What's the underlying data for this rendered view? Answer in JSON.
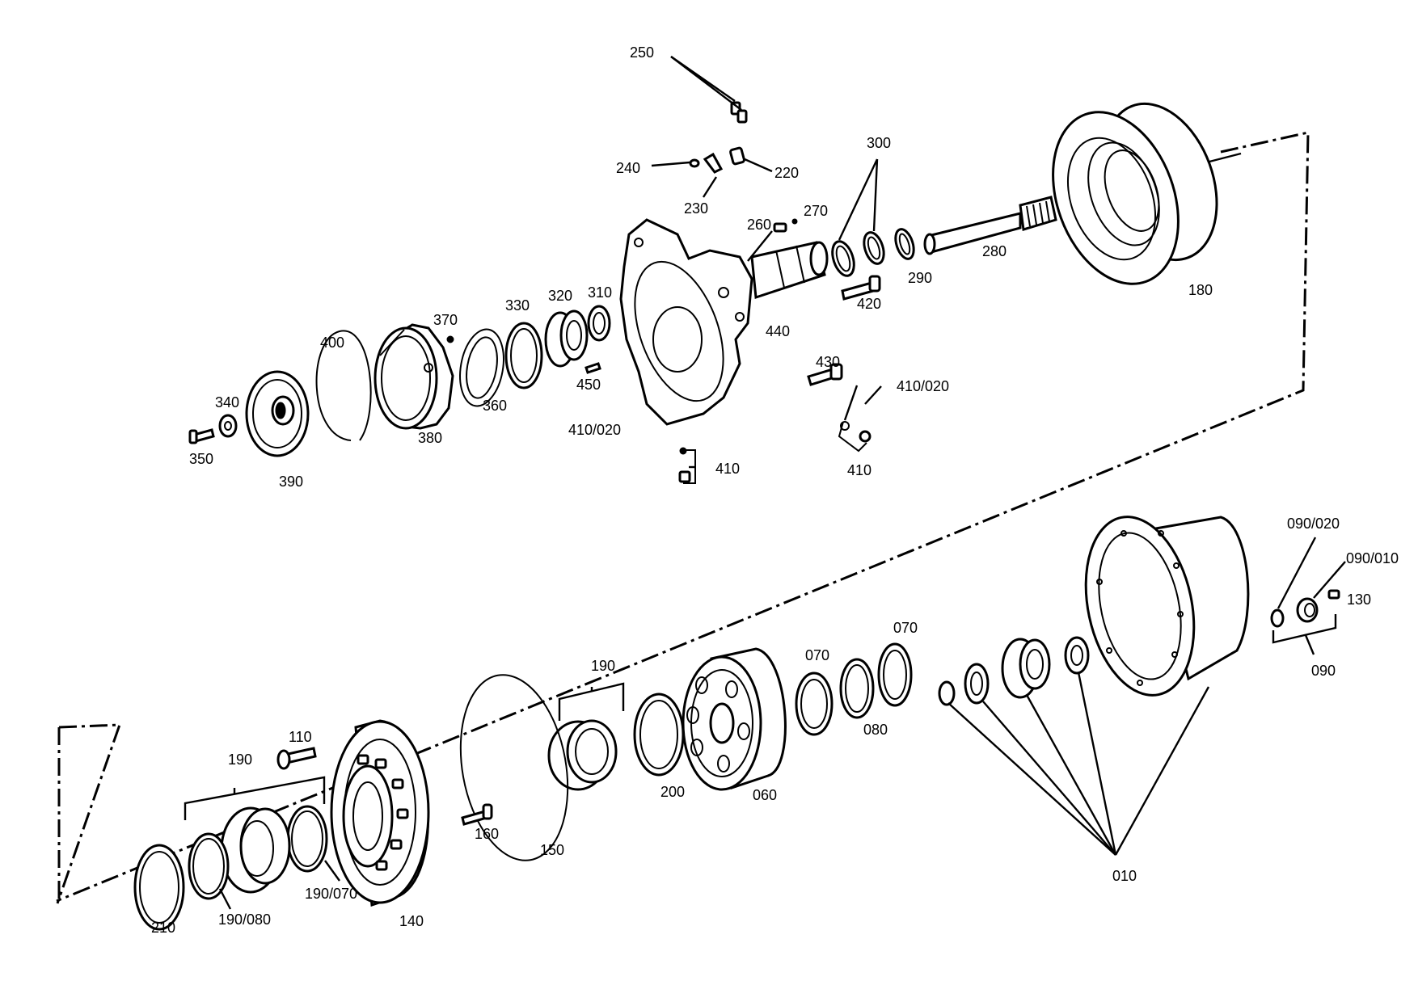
{
  "labels": {
    "l250": "250",
    "l240": "240",
    "l220": "220",
    "l230": "230",
    "l300": "300",
    "l260": "260",
    "l270": "270",
    "l280": "280",
    "l290": "290",
    "l180": "180",
    "l420": "420",
    "l440": "440",
    "l330": "330",
    "l320": "320",
    "l310": "310",
    "l370": "370",
    "l400": "400",
    "l340": "340",
    "l350": "350",
    "l390": "390",
    "l380": "380",
    "l360": "360",
    "l450": "450",
    "l430": "430",
    "l410_020_a": "410/020",
    "l410_020_b": "410/020",
    "l410_a": "410",
    "l410_b": "410",
    "l090_020": "090/020",
    "l090_010": "090/010",
    "l130": "130",
    "l090": "090",
    "l190_top": "190",
    "l070_a": "070",
    "l070_b": "070",
    "l080": "080",
    "l060": "060",
    "l200": "200",
    "l150": "150",
    "l160": "160",
    "l110": "110",
    "l190_left": "190",
    "l190_070": "190/070",
    "l190_080": "190/080",
    "l210": "210",
    "l140": "140",
    "l010": "010"
  }
}
